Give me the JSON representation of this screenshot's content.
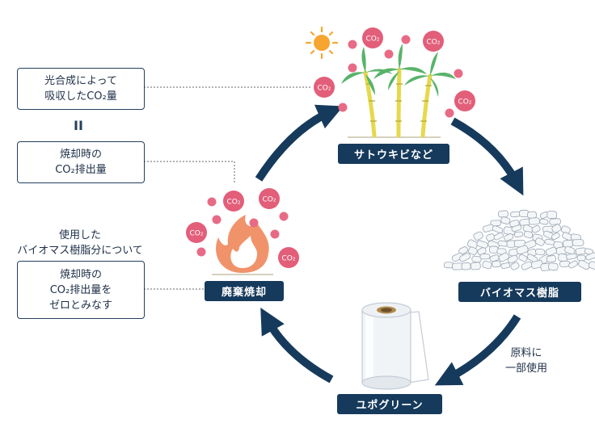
{
  "left_notes": {
    "absorbed": [
      "光合成によって",
      "吸収したCO₂量"
    ],
    "equals": "II",
    "incineration_emission": [
      "焼却時の",
      "CO₂排出量"
    ],
    "biomass_caption": [
      "使用した",
      "バイオマス樹脂分について"
    ],
    "zero_emission": [
      "焼却時の",
      "CO₂排出量を",
      "ゼロとみなす"
    ]
  },
  "cycle": {
    "sugarcane": "サトウキビなど",
    "resin": "バイオマス樹脂",
    "product": "ユポグリーン",
    "incineration": "廃棄焼却",
    "partial_use": [
      "原料に",
      "一部使用"
    ]
  },
  "bubble_label": "CO₂",
  "colors": {
    "navy": "#163a5c",
    "co2_bubble": "#e25e79",
    "dot": "#e86b86",
    "flame_outer": "#f0936b",
    "flame_inner": "#ffffff",
    "sun": "#f7a531",
    "cane": "#e5d94c",
    "leaf": "#58b36a"
  },
  "icons": [
    "sun-icon",
    "sugarcane-icon",
    "resin-pellets-icon",
    "paper-roll-icon",
    "flame-icon"
  ]
}
